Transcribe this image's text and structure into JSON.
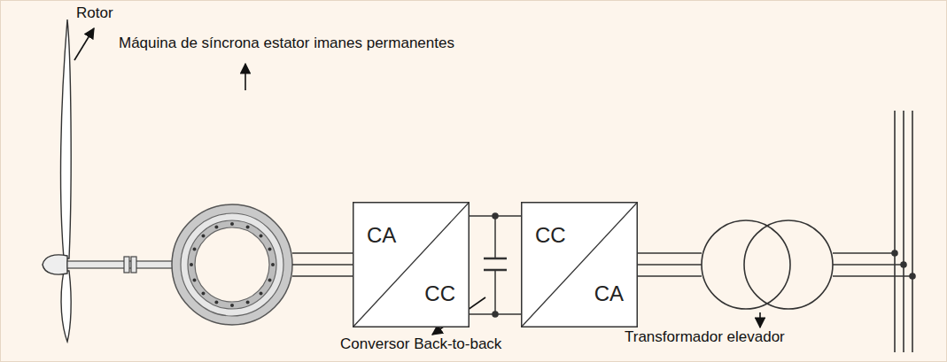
{
  "diagram": {
    "nodes": [
      {
        "text": [
          "CA",
          "CC"
        ]
      },
      {
        "text": [
          "CC",
          "CA"
        ]
      }
    ],
    "edges": [
      {
        "from": 0,
        "to": 1,
        "arrow": "none"
      }
    ],
    "labels": [
      "Rotor",
      "Máquina de síncrona estator imanes permanentes",
      "Conversor Back-to-back",
      "Transformador elevador"
    ]
  }
}
